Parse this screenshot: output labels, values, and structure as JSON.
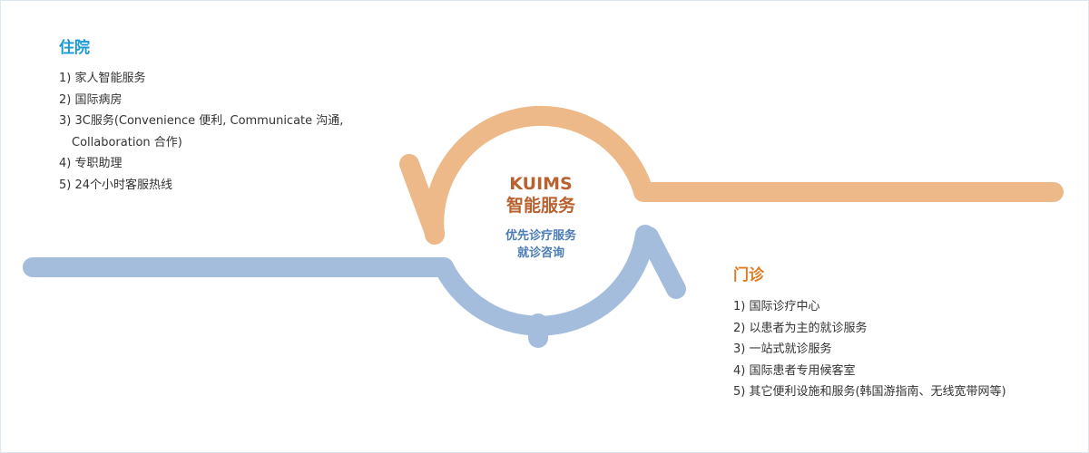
{
  "colors": {
    "orange_track": "#e9a86c",
    "blue_track": "#8fadd5",
    "inpatient_title": "#1a9ad6",
    "outpatient_title": "#e07b22",
    "center_title": "#b9622f",
    "center_text": "#4a7cb8"
  },
  "inpatient": {
    "title": "住院",
    "items": [
      "1) 家人智能服务",
      "2) 国际病房",
      "3) 3C服务(Convenience 便利, Communicate 沟通, Collaboration 合作)",
      "4) 专职助理",
      "5) 24个小时客服热线"
    ]
  },
  "center": {
    "brand": "KUIMS",
    "subtitle": "智能服务",
    "line1": "优先诊疗服务",
    "line2": "就诊咨询"
  },
  "outpatient": {
    "title": "门诊",
    "items": [
      "1) 国际诊疗中心",
      "2) 以患者为主的就诊服务",
      "3) 一站式就诊服务",
      "4) 国际患者专用候客室",
      "5) 其它便利设施和服务(韩国游指南、无线宽带网等)"
    ]
  }
}
